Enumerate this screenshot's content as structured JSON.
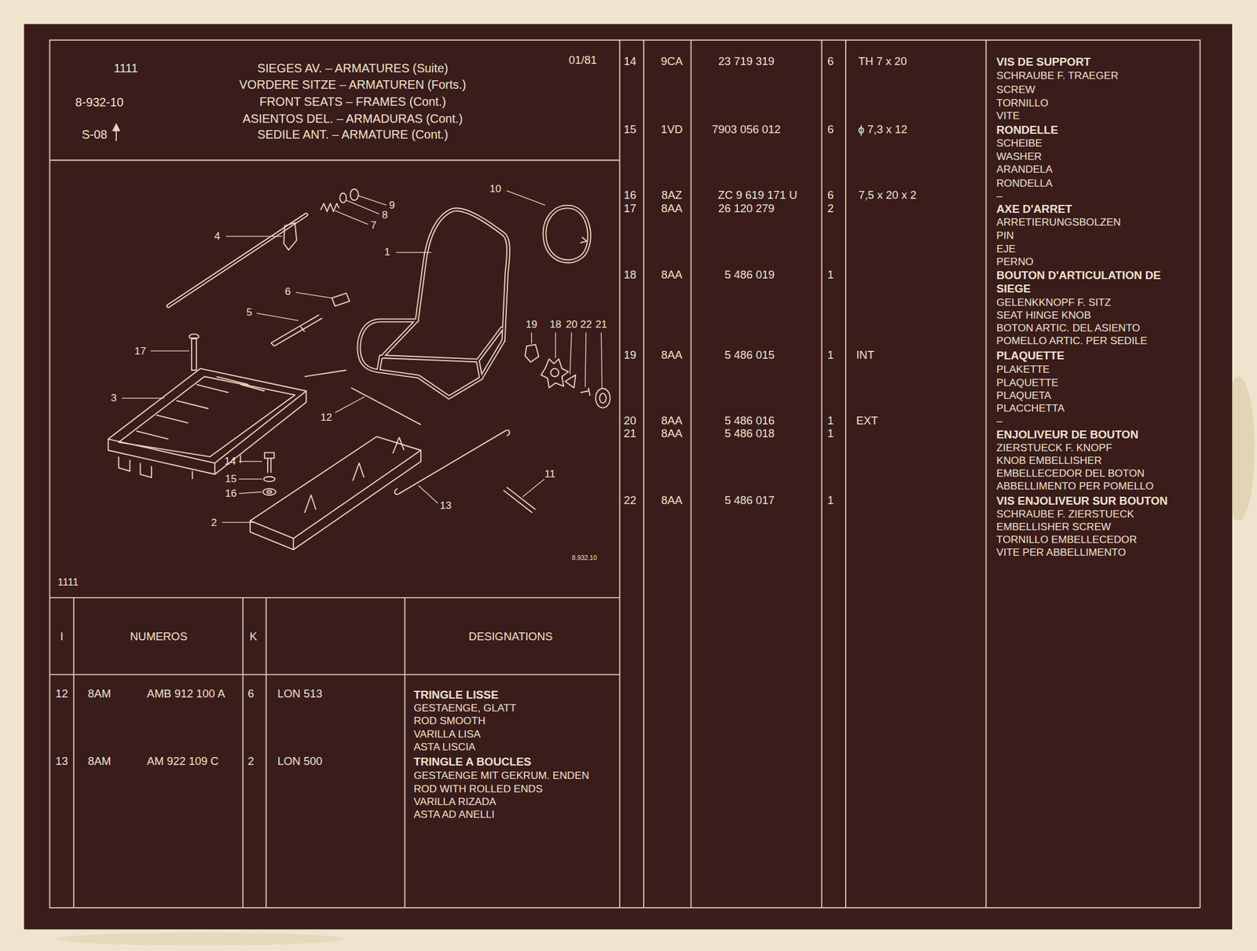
{
  "diagram": {
    "title": "SIEGES AV. – ARMATURES (Suite)",
    "labels": [
      "1111",
      "8-932-10",
      "S-08",
      "VORDERE SITZE – ARMATUREN (Forts.)",
      "FRONT SEATS – FRAMES (Cont.)",
      "ASIENTOS DEL. – ARMADURAS (Cont.)",
      "SEDILE ANT. – ARMATURE (Cont.)",
      "01/81",
      "1111",
      "8.932.10",
      "10",
      "9",
      "8",
      "7",
      "4",
      "1",
      "6",
      "5",
      "19",
      "18",
      "20",
      "22",
      "21",
      "17",
      "3",
      "12",
      "14",
      "11",
      "15",
      "16",
      "13",
      "2",
      "I",
      "NUMEROS",
      "K",
      "DESIGNATIONS",
      "12",
      "8AM",
      "AMB 912 100 A",
      "6",
      "LON 513",
      "TRINGLE LISSE",
      "GESTAENGE, GLATT",
      "ROD SMOOTH",
      "VARILLA LISA",
      "ASTA LISCIA",
      "13",
      "8AM",
      "AM 922 109 C",
      "2",
      "LON 500",
      "TRINGLE A BOUCLES",
      "GESTAENGE MIT GEKRUM. ENDEN",
      "ROD WITH ROLLED ENDS",
      "VARILLA RIZADA",
      "ASTA AD ANELLI",
      "14",
      "9CA",
      "23 719 319",
      "6",
      "TH 7 x 20",
      "VIS DE SUPPORT",
      "SCHRAUBE F. TRAEGER",
      "SCREW",
      "TORNILLO",
      "VITE",
      "15",
      "1VD",
      "7903 056 012",
      "6",
      "ϕ 7,3 x 12",
      "RONDELLE",
      "SCHEIBE",
      "WASHER",
      "ARANDELA",
      "RONDELLA",
      "–",
      "16",
      "8AZ",
      "ZC 9 619 171 U",
      "6",
      "7,5 x 20 x 2",
      "17",
      "8AA",
      "26 120 279",
      "2",
      "AXE D'ARRET",
      "ARRETIERUNGSBOLZEN",
      "PIN",
      "EJE",
      "PERNO",
      "18",
      "8AA",
      "5 486 019",
      "1",
      "BOUTON D'ARTICULATION DE SIEGE",
      "GELENKKNOPF F. SITZ",
      "SEAT HINGE KNOB",
      "BOTON ARTIC. DEL ASIENTO",
      "POMELLO ARTIC. PER SEDILE",
      "19",
      "8AA",
      "5 486 015",
      "1",
      "INT",
      "PLAQUETTE",
      "PLAKETTE",
      "PLAQUETTE",
      "PLAQUETA",
      "PLACCHETTA",
      "–",
      "20",
      "8AA",
      "5 486 016",
      "1",
      "EXT",
      "21",
      "8AA",
      "5 486 018",
      "1",
      "ENJOLIVEUR DE BOUTON",
      "ZIERSTUECK F. KNOPF",
      "KNOB EMBELLISHER",
      "EMBELLECEDOR DEL BOTON",
      "ABBELLIMENTO PER POMELLO",
      "22",
      "8AA",
      "5 486 017",
      "1",
      "VIS ENJOLIVEUR SUR BOUTON",
      "SCHRAUBE F. ZIERSTUECK",
      "EMBELLISHER SCREW",
      "TORNILLO EMBELLECEDOR",
      "VITE PER ABBELLIMENTO"
    ]
  }
}
